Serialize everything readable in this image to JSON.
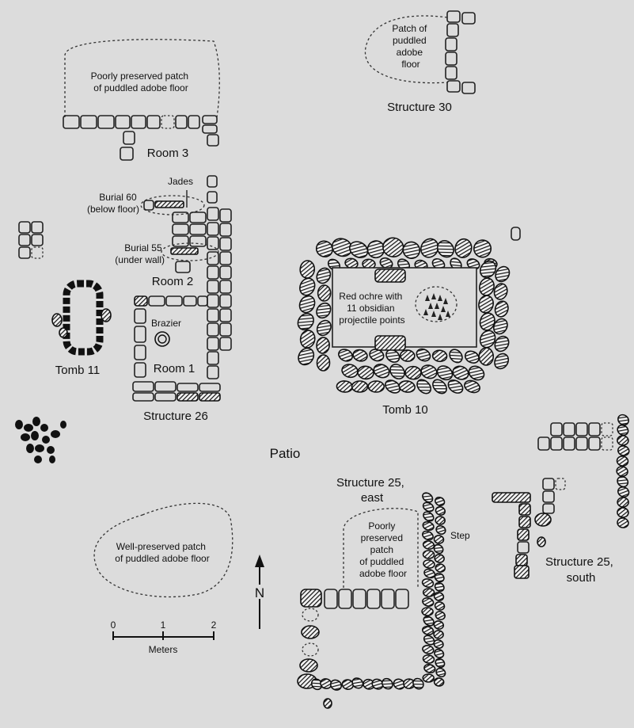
{
  "labels": {
    "structure30": "Structure 30",
    "patch30": [
      "Patch of",
      "puddled",
      "adobe",
      "floor"
    ],
    "poor_patch": [
      "Poorly preserved patch",
      "of puddled adobe floor"
    ],
    "room3": "Room 3",
    "jades": "Jades",
    "burial60": [
      "Burial 60",
      "(below floor)"
    ],
    "burial55": [
      "Burial 55",
      "(under wall)"
    ],
    "room2": "Room 2",
    "brazier": "Brazier",
    "room1": "Room 1",
    "structure26": "Structure 26",
    "tomb11": "Tomb 11",
    "red_ochre": [
      "Red ochre with",
      "11 obsidian",
      "projectile points"
    ],
    "tomb10": "Tomb 10",
    "patio": "Patio",
    "structure25_east": [
      "Structure 25,",
      "east"
    ],
    "poor_patch_25": [
      "Poorly",
      "preserved",
      "patch",
      "of puddled",
      "adobe floor"
    ],
    "step": "Step",
    "structure25_south": [
      "Structure 25,",
      "south"
    ],
    "well_patch": [
      "Well-preserved patch",
      "of puddled adobe floor"
    ],
    "north": "N",
    "scale_ticks": [
      "0",
      "1",
      "2"
    ],
    "scale_unit": "Meters"
  },
  "colors": {
    "background": "#dcdcdc",
    "ink": "#111111"
  }
}
